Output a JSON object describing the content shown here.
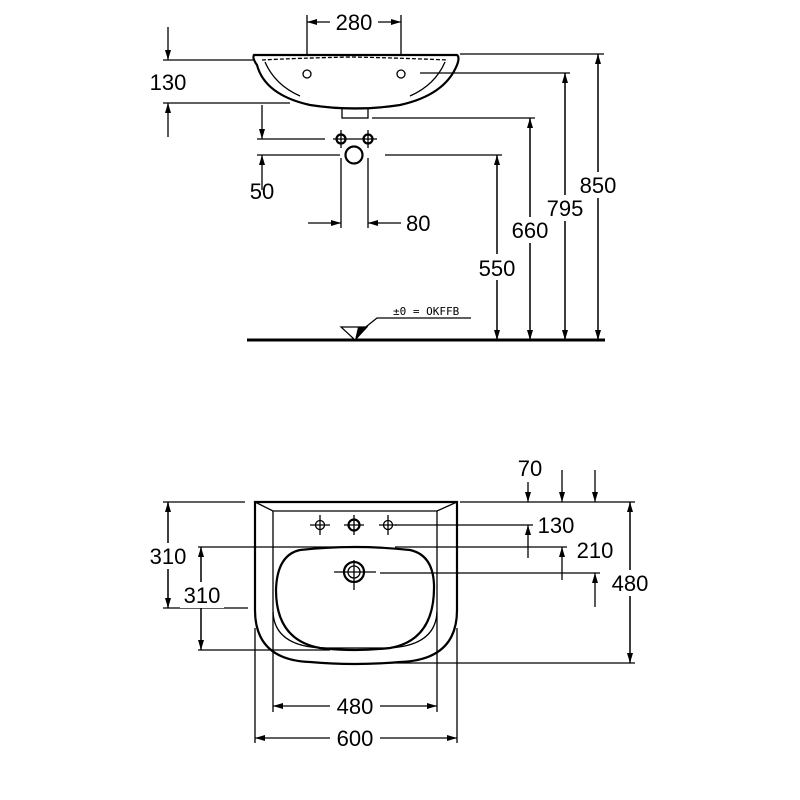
{
  "side_view": {
    "tap_spacing": "280",
    "rim_height": "130",
    "supply_offset": "50",
    "supply_spacing": "80",
    "drain_height": "550",
    "trap_height": "660",
    "tap_height": "795",
    "rim_top_height": "850",
    "floor_reference": "±0 = OKFFB"
  },
  "plan_view": {
    "outer_depth": "310",
    "bowl_depth": "310",
    "tap_offset_70": "70",
    "tap_row": "130",
    "bowl_edge": "210",
    "overall_depth": "480",
    "bowl_width": "480",
    "overall_width": "600"
  }
}
